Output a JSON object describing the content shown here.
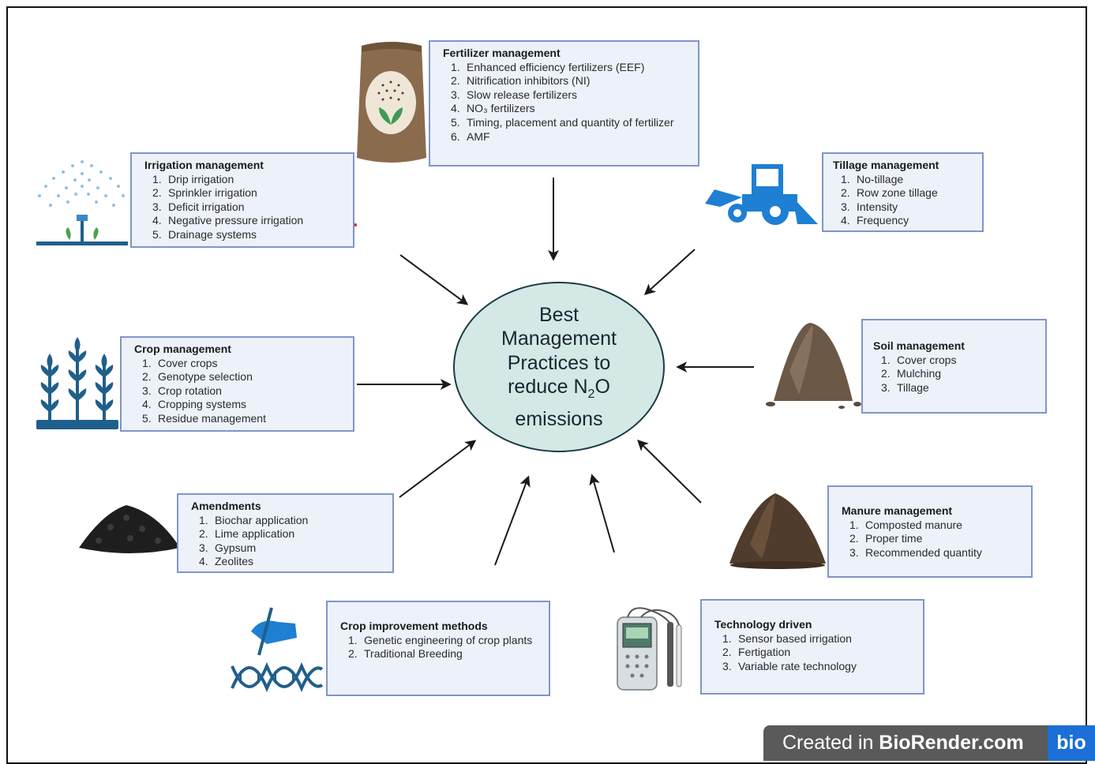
{
  "center": {
    "line1": "Best",
    "line2": "Management",
    "line3": "Practices to",
    "line4_prefix": "reduce N",
    "line4_sub": "2",
    "line4_suffix": "O",
    "line5": "emissions"
  },
  "fertilizer": {
    "title": "Fertilizer management",
    "items": [
      {
        "n": "1.",
        "t": "Enhanced efficiency fertilizers (EEF)"
      },
      {
        "n": "2.",
        "t": "Nitrification inhibitors (NI)"
      },
      {
        "n": "3.",
        "t": "Slow release fertilizers"
      },
      {
        "n": "4.",
        "t": "NO₃ fertilizers"
      },
      {
        "n": "5.",
        "t": "Timing, placement and quantity of fertilizer"
      },
      {
        "n": "6.",
        "t": "AMF"
      }
    ]
  },
  "irrigation": {
    "title": "Irrigation  management",
    "items": [
      {
        "n": "1.",
        "t": "Drip irrigation"
      },
      {
        "n": "2.",
        "t": "Sprinkler irrigation"
      },
      {
        "n": "3.",
        "t": "Deficit irrigation"
      },
      {
        "n": "4.",
        "t": "Negative pressure irrigation"
      },
      {
        "n": "5.",
        "t": "Drainage systems"
      }
    ]
  },
  "tillage": {
    "title": "Tillage management",
    "items": [
      {
        "n": "1.",
        "t": "No-tillage"
      },
      {
        "n": "2.",
        "t": "Row zone tillage"
      },
      {
        "n": "3.",
        "t": "Intensity"
      },
      {
        "n": "4.",
        "t": "Frequency"
      }
    ]
  },
  "crop": {
    "title": "Crop management",
    "items": [
      {
        "n": "1.",
        "t": "Cover crops"
      },
      {
        "n": "2.",
        "t": "Genotype selection"
      },
      {
        "n": "3.",
        "t": "Crop rotation"
      },
      {
        "n": "4.",
        "t": "Cropping systems"
      },
      {
        "n": "5.",
        "t": "Residue management"
      }
    ]
  },
  "soil": {
    "title": "Soil management",
    "items": [
      {
        "n": "1.",
        "t": "Cover crops"
      },
      {
        "n": "2.",
        "t": "Mulching"
      },
      {
        "n": "3.",
        "t": "Tillage"
      }
    ]
  },
  "amendments": {
    "title": "Amendments",
    "items": [
      {
        "n": "1.",
        "t": "Biochar application"
      },
      {
        "n": "2.",
        "t": "Lime application"
      },
      {
        "n": "3.",
        "t": "Gypsum"
      },
      {
        "n": "4.",
        "t": "Zeolites"
      }
    ]
  },
  "manure": {
    "title": "Manure management",
    "items": [
      {
        "n": "1.",
        "t": "Composted manure"
      },
      {
        "n": "2.",
        "t": "Proper time"
      },
      {
        "n": "3.",
        "t": "Recommended quantity"
      }
    ]
  },
  "improvement": {
    "title": "Crop improvement methods",
    "items": [
      {
        "n": "1.",
        "t": "Genetic engineering of crop plants"
      },
      {
        "n": "2.",
        "t": "Traditional Breeding"
      }
    ]
  },
  "technology": {
    "title": "Technology driven",
    "items": [
      {
        "n": "1.",
        "t": "Sensor based irrigation"
      },
      {
        "n": "2.",
        "t": "Fertigation"
      },
      {
        "n": "3.",
        "t": "Variable rate technology"
      }
    ]
  },
  "badge": {
    "prefix": "Created in ",
    "brand": "BioRender.com",
    "logo": "bio"
  },
  "icons": {
    "fertilizer": "fertilizer-bag-icon",
    "irrigation": "sprinkler-icon",
    "tillage": "tractor-icon",
    "crop": "plants-icon",
    "soil": "soil-pile-icon",
    "amendments": "biochar-pile-icon",
    "manure": "manure-pile-icon",
    "improvement": "dna-icon",
    "technology": "sensor-meter-icon"
  },
  "colors": {
    "box_border": "#7f96c8",
    "box_fill": "#edf1fa",
    "center_fill": "#d4e8e6",
    "icon_blue": "#1f5f8b",
    "tractor_blue": "#1e7fd3"
  }
}
